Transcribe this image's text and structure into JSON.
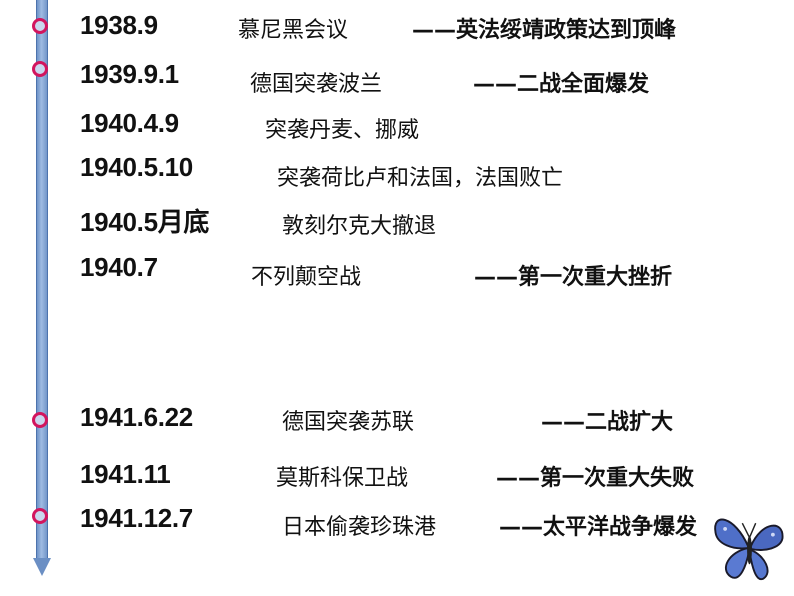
{
  "timeline": {
    "events": [
      {
        "date": "1938.9",
        "event": "慕尼黑会议",
        "result": "——英法绥靖政策达到顶峰"
      },
      {
        "date": "1939.9.1",
        "event": "德国突袭波兰",
        "result": "——二战全面爆发"
      },
      {
        "date": "1940.4.9",
        "event": "突袭丹麦、挪威"
      },
      {
        "date": "1940.5.10",
        "event": "突袭荷比卢和法国，法国败亡"
      },
      {
        "date": "1940.5月底",
        "event": "敦刻尔克大撤退"
      },
      {
        "date": "1940.7",
        "event": "不列颠空战",
        "result": "——第一次重大挫折"
      },
      {
        "date": "1941.6.22",
        "event": "德国突袭苏联",
        "result": "——二战扩大"
      },
      {
        "date": "1941.11",
        "event": "莫斯科保卫战",
        "result": "——第一次重大失败"
      },
      {
        "date": "1941.12.7",
        "event": "日本偷袭珍珠港",
        "result": "——太平洋战争爆发"
      }
    ]
  },
  "colors": {
    "bar": "#7a9bcf",
    "marker_ring": "#d2155e",
    "text": "#111111"
  },
  "decoration": {
    "icon": "butterfly-icon"
  }
}
